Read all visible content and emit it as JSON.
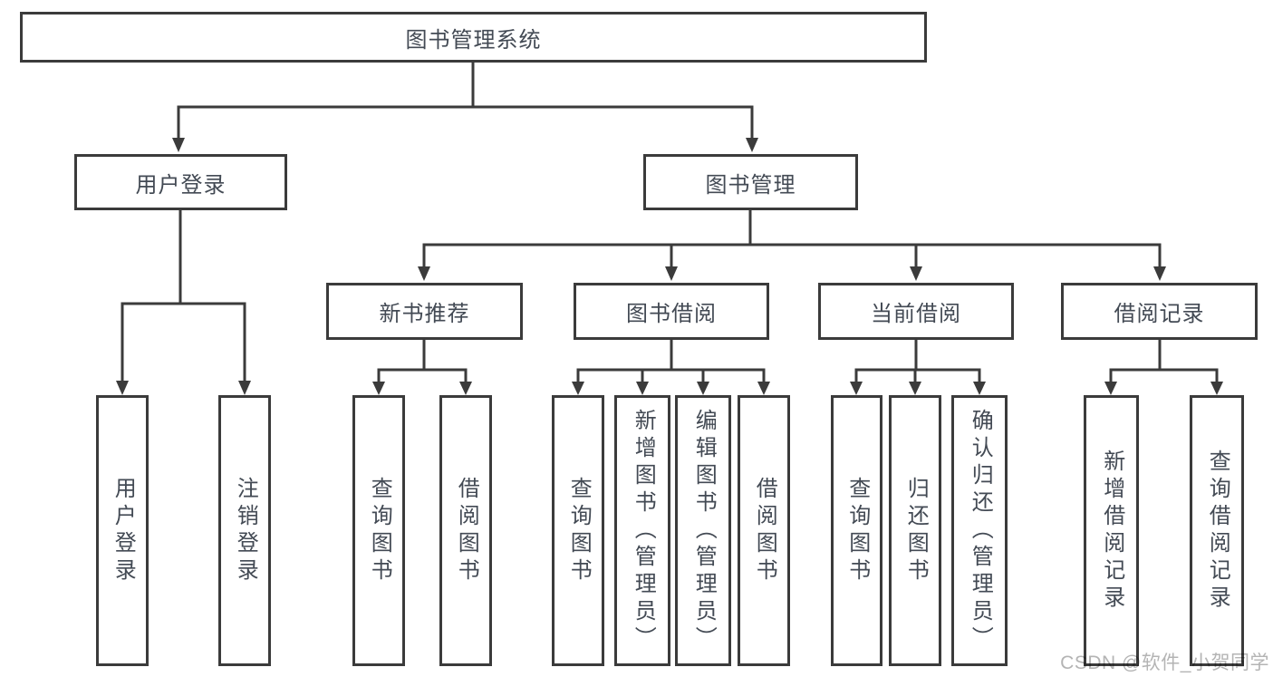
{
  "tree": {
    "root": {
      "label": "图书管理系统"
    },
    "level2": [
      {
        "label": "用户登录"
      },
      {
        "label": "图书管理"
      }
    ],
    "level3": [
      {
        "label": "新书推荐",
        "parent": "图书管理"
      },
      {
        "label": "图书借阅",
        "parent": "图书管理"
      },
      {
        "label": "当前借阅",
        "parent": "图书管理"
      },
      {
        "label": "借阅记录",
        "parent": "图书管理"
      }
    ],
    "leaves": [
      {
        "label": "用户登录",
        "parent": "用户登录"
      },
      {
        "label": "注销登录",
        "parent": "用户登录"
      },
      {
        "label": "查询图书",
        "parent": "新书推荐"
      },
      {
        "label": "借阅图书",
        "parent": "新书推荐"
      },
      {
        "label": "查询图书",
        "parent": "图书借阅"
      },
      {
        "label": "新增图书（管理员）",
        "parent": "图书借阅"
      },
      {
        "label": "编辑图书（管理员）",
        "parent": "图书借阅"
      },
      {
        "label": "借阅图书",
        "parent": "图书借阅"
      },
      {
        "label": "查询图书",
        "parent": "当前借阅"
      },
      {
        "label": "归还图书",
        "parent": "当前借阅"
      },
      {
        "label": "确认归还（管理员）",
        "parent": "当前借阅"
      },
      {
        "label": "新增借阅记录",
        "parent": "借阅记录"
      },
      {
        "label": "查询借阅记录",
        "parent": "借阅记录"
      }
    ]
  },
  "watermark": {
    "text": "CSDN @软件_小贺同学",
    "color": "#b4b4b4"
  },
  "colors": {
    "line": "#3b3b3b",
    "text": "#434a54",
    "background": "#ffffff"
  }
}
